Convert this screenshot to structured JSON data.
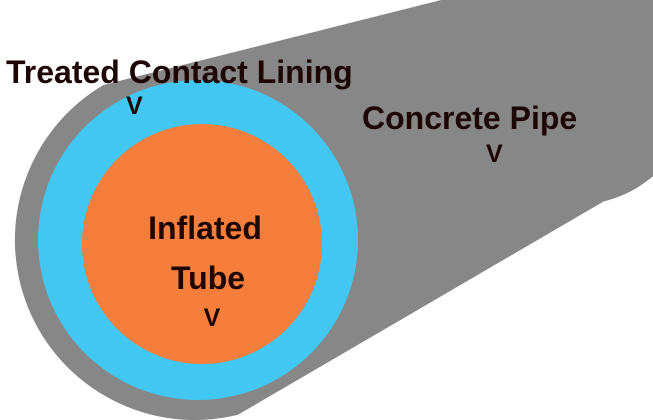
{
  "colors": {
    "background": "#ffffff",
    "pipe_gray": "#878787",
    "lining_cyan": "#41c7f2",
    "tube_orange": "#f67e3d",
    "label_text": "#1e0602"
  },
  "labels": {
    "lining": {
      "text": "Treated Contact Lining",
      "pointer": "V"
    },
    "pipe": {
      "text": "Concrete Pipe",
      "pointer": "V"
    },
    "tube": {
      "line1": "Inflated",
      "line2": "Tube",
      "pointer": "V"
    }
  }
}
